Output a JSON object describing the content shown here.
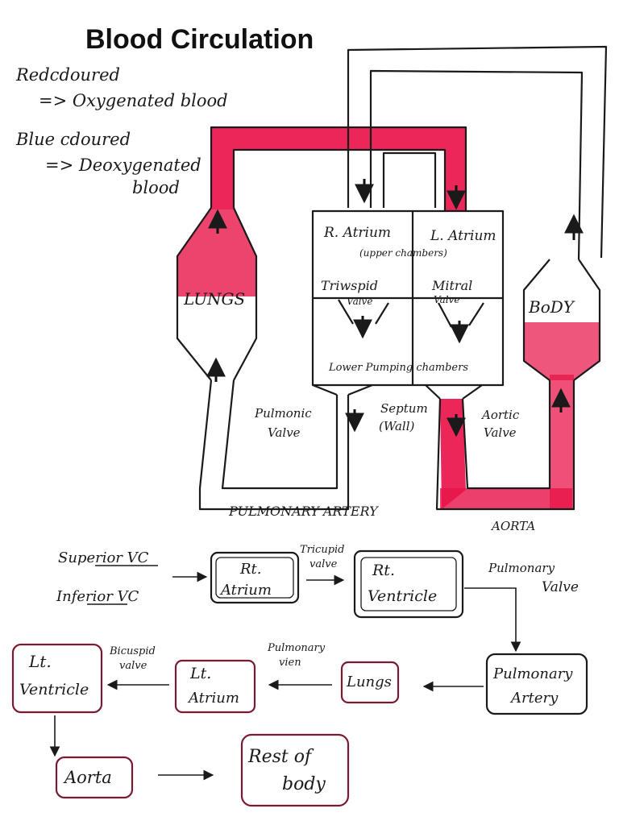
{
  "title": "Blood Circulation",
  "legend": {
    "red_line1": "Redcdoured",
    "red_line2": "=> Oxygenated blood",
    "blue_line1": "Blue cdoured",
    "blue_line2": "=> Deoxygenated",
    "blue_line3": "blood"
  },
  "colors": {
    "oxygenated": "#e8154a",
    "deoxygenated": "#ffffff",
    "outline": "#1a1a1a",
    "box_border_dark": "#7a1a30"
  },
  "heart_diagram": {
    "lungs": "LUNGS",
    "body": "BoDY",
    "r_atrium": "R. Atrium",
    "l_atrium": "L. Atrium",
    "upper_chambers": "(upper chambers)",
    "tricuspid_valve_1": "Triwspid",
    "tricuspid_valve_2": "Valve",
    "mitral_valve_1": "Mitral",
    "mitral_valve_2": "Valve",
    "lower_chambers": "Lower Pumping chambers",
    "pulmonic_valve_1": "Pulmonic",
    "pulmonic_valve_2": "Valve",
    "septum_1": "Septum",
    "septum_2": "(Wall)",
    "aortic_valve_1": "Aortic",
    "aortic_valve_2": "Valve",
    "pulmonary_artery": "PULMONARY ARTERY",
    "aorta": "AORTA"
  },
  "flowchart": {
    "superior_vc": "Superior VC",
    "inferior_vc": "Inferior VC",
    "rt_atrium_1": "Rt.",
    "rt_atrium_2": "Atrium",
    "tricuspid_1": "Tricupid",
    "tricuspid_2": "valve",
    "rt_ventricle_1": "Rt.",
    "rt_ventricle_2": "Ventricle",
    "pulmonary_valve_1": "Pulmonary",
    "pulmonary_valve_2": "Valve",
    "pulmonary_artery_1": "Pulmonary",
    "pulmonary_artery_2": "Artery",
    "lungs": "Lungs",
    "pulmonary_vien_1": "Pulmonary",
    "pulmonary_vien_2": "vien",
    "lt_atrium_1": "Lt.",
    "lt_atrium_2": "Atrium",
    "bicuspid_1": "Bicuspid",
    "bicuspid_2": "valve",
    "lt_ventricle_1": "Lt.",
    "lt_ventricle_2": "Ventricle",
    "aorta": "Aorta",
    "rest_of_body_1": "Rest of",
    "rest_of_body_2": "body"
  }
}
